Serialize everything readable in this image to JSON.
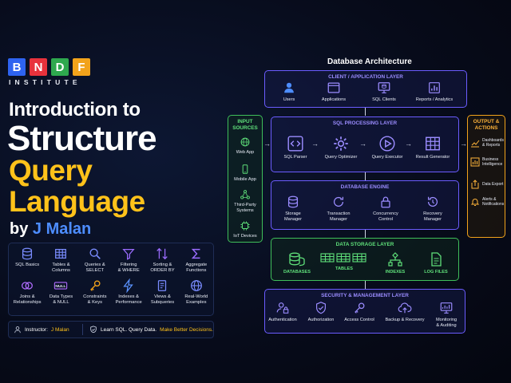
{
  "logo": {
    "letters": [
      "B",
      "N",
      "D",
      "F"
    ],
    "colors": [
      "#2e63f0",
      "#e8323c",
      "#2ea84e",
      "#f2a31b"
    ],
    "subtitle": "INSTITUTE"
  },
  "title": {
    "line1": "Introduction to",
    "line2": "Structure",
    "line3": "Query",
    "line4": "Language",
    "by_prefix": "by",
    "by_name": "J Malan"
  },
  "topics": [
    {
      "icon": "database-icon",
      "label": "SQL Basics"
    },
    {
      "icon": "table-icon",
      "label": "Tables &\nColumns"
    },
    {
      "icon": "search-icon",
      "label": "Queries &\nSELECT"
    },
    {
      "icon": "filter-icon",
      "label": "Filtering\n& WHERE"
    },
    {
      "icon": "sort-icon",
      "label": "Sorting &\nORDER BY"
    },
    {
      "icon": "sigma-icon",
      "label": "Aggregate\nFunctions"
    },
    {
      "icon": "venn-icon",
      "label": "Joins &\nRelationships"
    },
    {
      "icon": "null-icon",
      "label": "Data Types\n& NULL"
    },
    {
      "icon": "key-icon",
      "label": "Constraints\n& Keys"
    },
    {
      "icon": "lightning-icon",
      "label": "Indexes &\nPerformance"
    },
    {
      "icon": "document-icon",
      "label": "Views &\nSubqueries"
    },
    {
      "icon": "globe-icon",
      "label": "Real-World\nExamples"
    }
  ],
  "footer": {
    "instructor_label": "Instructor:",
    "instructor_name": "J Malan",
    "tag_white": "Learn SQL. Query Data.",
    "tag_yellow": "Make Better Decisions."
  },
  "diagram": {
    "title": "Database Architecture",
    "input": {
      "title": "INPUT\nSOURCES",
      "items": [
        "Web App",
        "Mobile App",
        "Third-Party\nSystems",
        "IoT Devices"
      ]
    },
    "client_layer": {
      "title": "CLIENT / APPLICATION LAYER",
      "items": [
        "Users",
        "Applications",
        "SQL Clients",
        "Reports / Analytics"
      ]
    },
    "sql_layer": {
      "title": "SQL PROCESSING LAYER",
      "items": [
        "SQL Parser",
        "Query Optimizer",
        "Query Executor",
        "Result Generator"
      ]
    },
    "engine_layer": {
      "title": "DATABASE ENGINE",
      "items": [
        "Storage\nManager",
        "Transaction\nManager",
        "Concurrency\nControl",
        "Recovery\nManager"
      ]
    },
    "storage_layer": {
      "title": "DATA STORAGE LAYER",
      "items": [
        "DATABASES",
        "TABLES",
        "INDEXES",
        "LOG FILES"
      ]
    },
    "security_layer": {
      "title": "SECURITY & MANAGEMENT LAYER",
      "items": [
        "Authentication",
        "Authorization",
        "Access Control",
        "Backup & Recovery",
        "Monitoring\n& Auditing"
      ]
    },
    "output": {
      "title": "OUTPUT &\nACTIONS",
      "items": [
        "Dashboards\n& Reports",
        "Business\nIntelligence",
        "Data Export",
        "Alerts &\nNotifications"
      ]
    }
  },
  "colors": {
    "accent_yellow": "#ffc21a",
    "accent_blue": "#4d8dff",
    "layer_purple": "#6b5cff",
    "layer_green": "#3fbf5a",
    "layer_orange": "#f2a31b"
  }
}
